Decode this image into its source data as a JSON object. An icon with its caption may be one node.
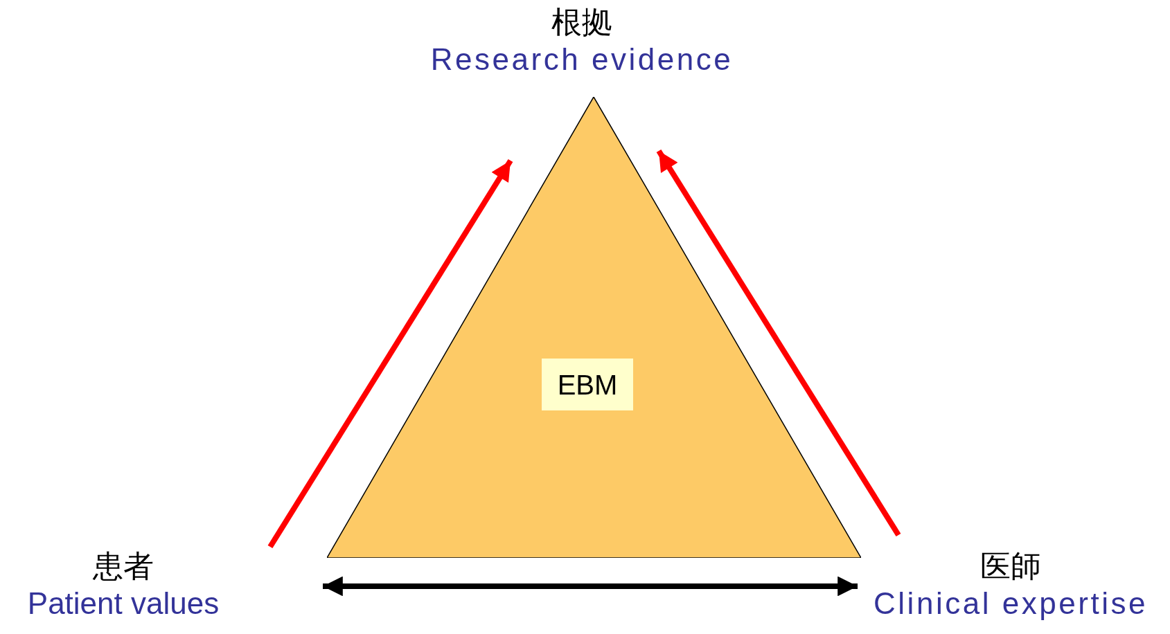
{
  "diagram": {
    "nodes": [
      {
        "text": [
          "根拠",
          "Research evidence"
        ]
      },
      {
        "text": [],
        "shape": "triangle"
      },
      {
        "text": [
          "EBM"
        ],
        "in": 1
      },
      {
        "text": [
          "患者",
          "Patient values"
        ]
      },
      {
        "text": [
          "医師",
          "Clinical expertise"
        ]
      }
    ],
    "edges": [
      {
        "from": 3,
        "to": 0,
        "arrow": "to",
        "color": "#ff0000"
      },
      {
        "from": 4,
        "to": 0,
        "arrow": "to",
        "color": "#ff0000"
      },
      {
        "from": 3,
        "to": 4,
        "arrow": "both",
        "color": "#000000"
      }
    ]
  }
}
